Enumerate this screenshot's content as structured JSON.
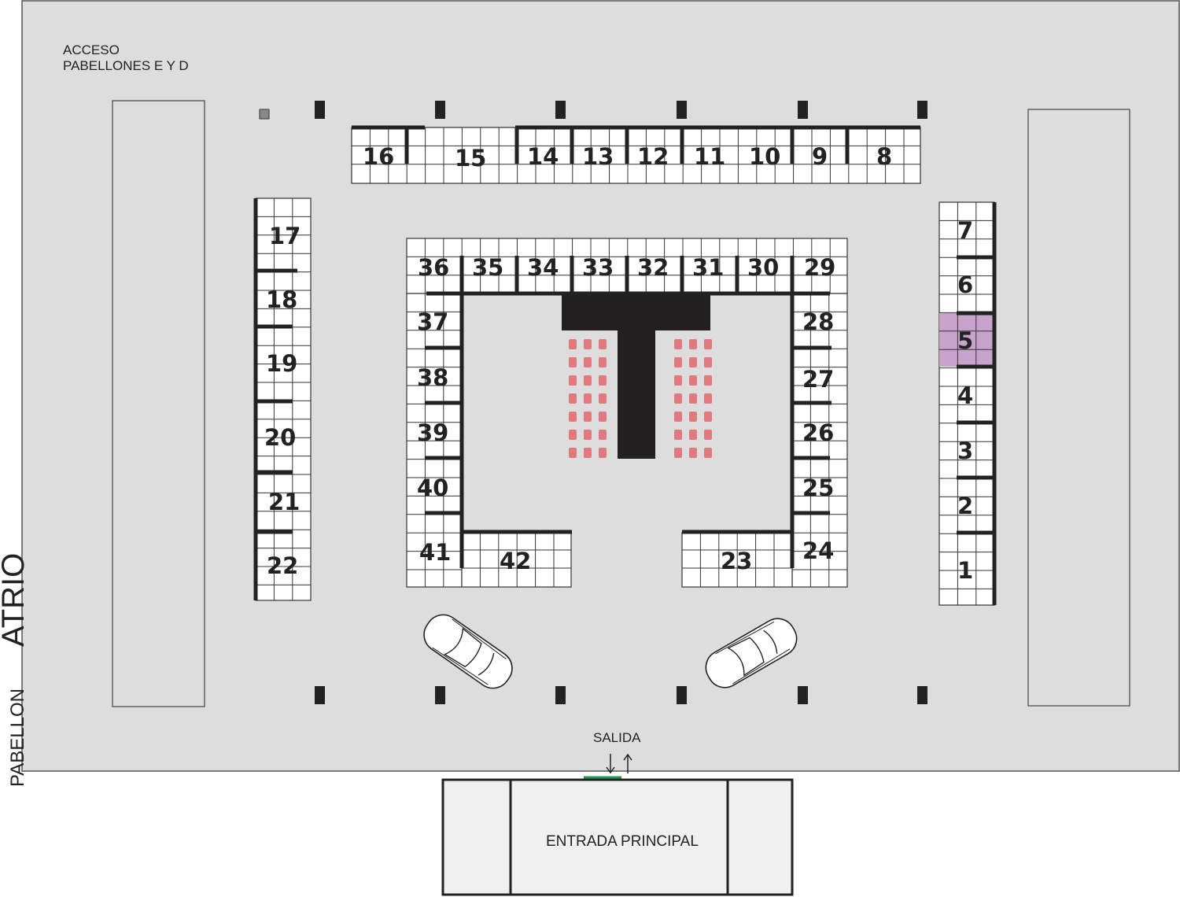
{
  "labels": {
    "acceso_line1": "ACCESO",
    "acceso_line2": "PABELLONES E Y D",
    "salida": "SALIDA",
    "entrada": "ENTRADA PRINCIPAL",
    "pabellon": "PABELLON",
    "atrio": "ATRIO"
  },
  "stands": {
    "s1": "1",
    "s2": "2",
    "s3": "3",
    "s4": "4",
    "s5": "5",
    "s6": "6",
    "s7": "7",
    "s8": "8",
    "s9": "9",
    "s10": "10",
    "s11": "11",
    "s12": "12",
    "s13": "13",
    "s14": "14",
    "s15": "15",
    "s16": "16",
    "s17": "17",
    "s18": "18",
    "s19": "19",
    "s20": "20",
    "s21": "21",
    "s22": "22",
    "s23": "23",
    "s24": "24",
    "s25": "25",
    "s26": "26",
    "s27": "27",
    "s28": "28",
    "s29": "29",
    "s30": "30",
    "s31": "31",
    "s32": "32",
    "s33": "33",
    "s34": "34",
    "s35": "35",
    "s36": "36",
    "s37": "37",
    "s38": "38",
    "s39": "39",
    "s40": "40",
    "s41": "41",
    "s42": "42"
  },
  "highlighted_stand": "5",
  "colors": {
    "floor": "#dcdddc",
    "highlight": "#c8a4cc",
    "seats": "#e07a7e",
    "stage": "#231f20",
    "door": "#1e9a4a",
    "entrance": "#f0f0f0"
  }
}
